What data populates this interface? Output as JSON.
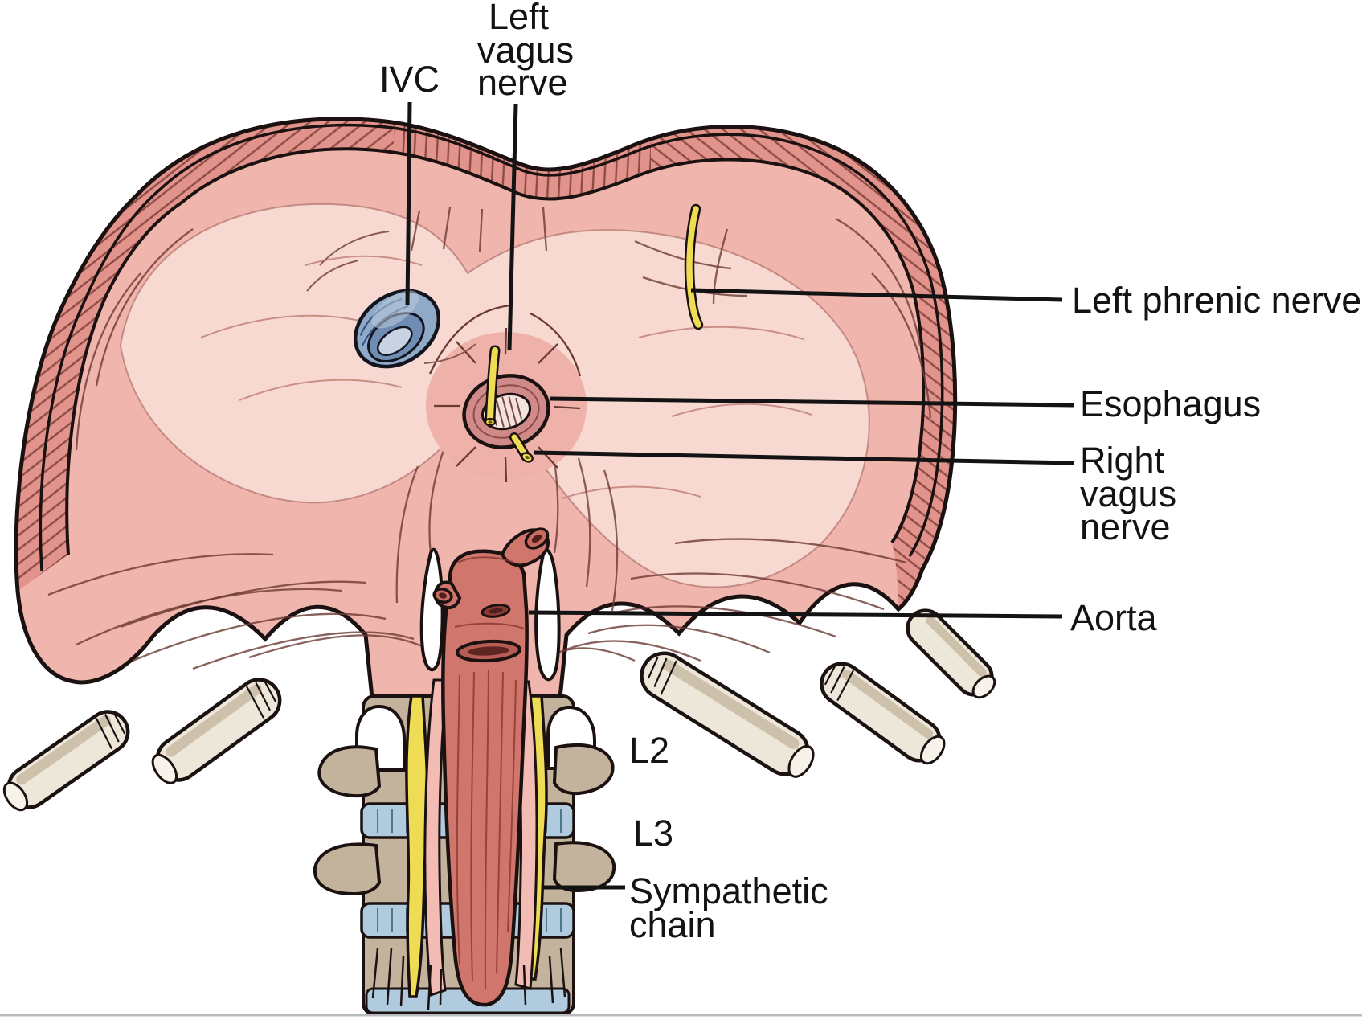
{
  "labels": {
    "ivc": "IVC",
    "left_vagus_nerve": [
      "Left",
      "vagus",
      "nerve"
    ],
    "left_phrenic_nerve": "Left phrenic nerve",
    "esophagus": "Esophagus",
    "right_vagus_nerve": [
      "Right",
      "vagus",
      "nerve"
    ],
    "aorta": "Aorta",
    "l2": "L2",
    "l3": "L3",
    "sympathetic_chain": [
      "Sympathetic",
      "chain"
    ]
  },
  "colors": {
    "background": "#ffffff",
    "outline": "#1a1110",
    "muscle_rim": "#e2948c",
    "muscle_inner": "#f0b5ac",
    "central_tendon": "#f8d9d2",
    "striation": "#6b3a33",
    "ivc_blue": "#8fa9c8",
    "ivc_light": "#c7d2e2",
    "esophagus_ring": "#d08a8a",
    "esophagus_lumen": "#f2e3de",
    "nerve_yellow": "#efdc55",
    "aorta_red": "#d0766d",
    "aorta_opening": "#5e241f",
    "crus_pink": "#f2bcb4",
    "bone_tan": "#c4b39c",
    "disc_blue": "#b0cade",
    "rib_cream": "#ede7da",
    "label_text": "#131313",
    "bottom_rule": "#b9bcbe"
  }
}
